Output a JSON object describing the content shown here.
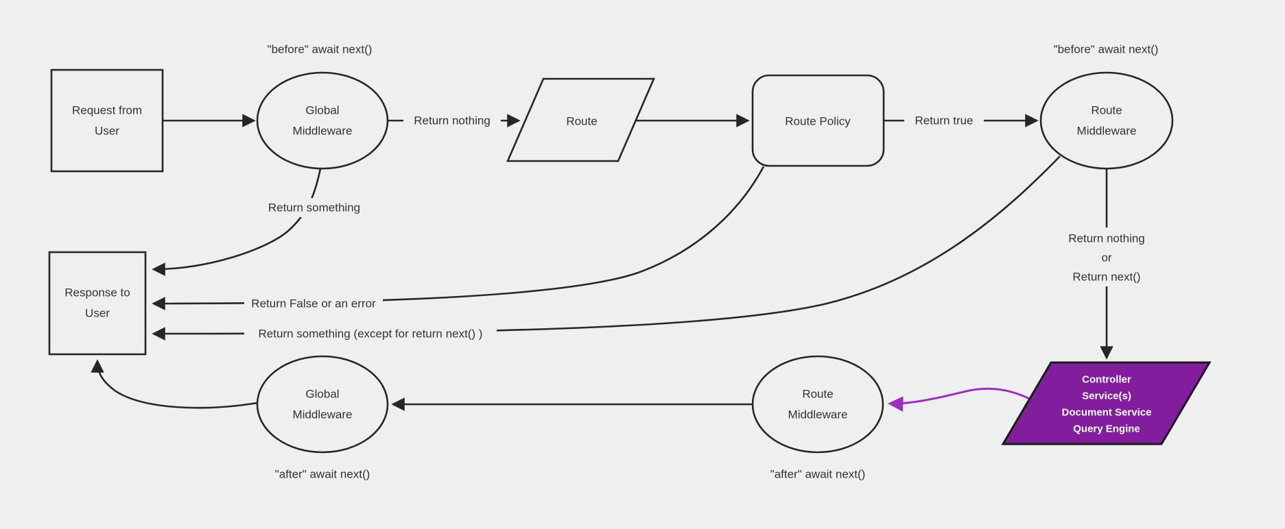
{
  "diagram": {
    "type": "flowchart",
    "colors": {
      "background": "#efefef",
      "line": "#262626",
      "text": "#333333",
      "highlight_fill": "#821e9e",
      "highlight_edge": "#9a2fc0",
      "highlight_text": "#ffffff"
    },
    "nodes": {
      "request": {
        "shape": "rectangle",
        "lines": [
          "Request from",
          "User"
        ]
      },
      "global_middleware_top": {
        "shape": "ellipse",
        "lines": [
          "Global",
          "Middleware"
        ]
      },
      "route": {
        "shape": "parallelogram",
        "lines": [
          "Route"
        ]
      },
      "route_policy": {
        "shape": "rounded-rectangle",
        "lines": [
          "Route Policy"
        ]
      },
      "route_middleware_top": {
        "shape": "ellipse",
        "lines": [
          "Route",
          "Middleware"
        ]
      },
      "controller": {
        "shape": "parallelogram",
        "lines": [
          "Controller",
          "Service(s)",
          "Document Service",
          "Query Engine"
        ]
      },
      "route_middleware_bottom": {
        "shape": "ellipse",
        "lines": [
          "Route",
          "Middleware"
        ]
      },
      "global_middleware_bottom": {
        "shape": "ellipse",
        "lines": [
          "Global",
          "Middleware"
        ]
      },
      "response": {
        "shape": "rectangle",
        "lines": [
          "Response to",
          "User"
        ]
      }
    },
    "captions": {
      "global_top": "\"before\" await next()",
      "route_top": "\"before\" await next()",
      "global_bottom": "\"after\" await next()",
      "route_bottom": "\"after\" await next()"
    },
    "edge_labels": {
      "return_nothing": "Return nothing",
      "return_true": "Return true",
      "return_something": "Return something",
      "return_false": "Return False or an error",
      "return_something_except": "Return something (except for return next() )",
      "return_nothing_or": [
        "Return nothing",
        "or",
        "Return next()"
      ]
    }
  }
}
